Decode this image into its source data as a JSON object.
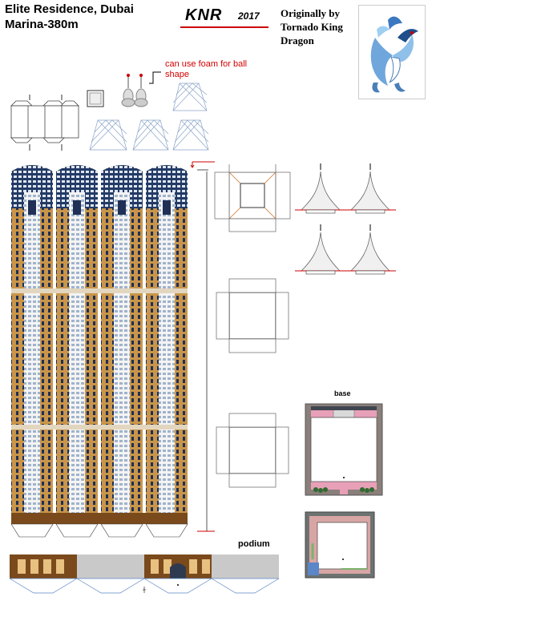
{
  "header": {
    "title_line1": "Elite Residence, Dubai",
    "title_line2": "Marina-380m",
    "logo_text": "KNR",
    "logo_year": "2017",
    "credit_line1": "Originally by",
    "credit_line2": "Tornado King",
    "credit_line3": "Dragon"
  },
  "annotations": {
    "foam_note_line1": "can use foam for ball",
    "foam_note_line2": "shape",
    "base_label": "base",
    "podium_label": "podium"
  },
  "colors": {
    "facade_tan": "#c9954a",
    "facade_navy": "#233a66",
    "glass_blue": "#9fb3cc",
    "cut_red": "#cc0000",
    "base_pink": "#e8a0b8",
    "base_gray": "#8a7f7a"
  },
  "icons": {
    "dragon_logo": "dragon-icon"
  }
}
